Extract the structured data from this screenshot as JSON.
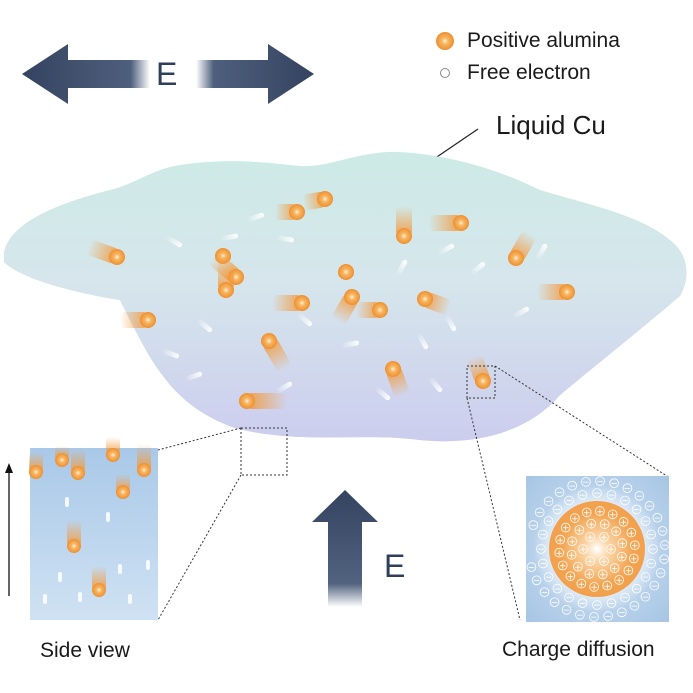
{
  "legend": {
    "positive_label": "Positive alumina",
    "electron_label": "Free electron"
  },
  "field_label_top": "E",
  "field_label_bottom": "E",
  "liquid_label": "Liquid Cu",
  "side_view_label": "Side view",
  "charge_diffusion_label": "Charge diffusion",
  "colors": {
    "arrow": "#3a4a66",
    "particle": "#f39a3c",
    "liquid_top": "#cfe8e6",
    "liquid_bottom": "#cfd0ec"
  },
  "charges": {
    "positive": "+",
    "negative": "−"
  }
}
